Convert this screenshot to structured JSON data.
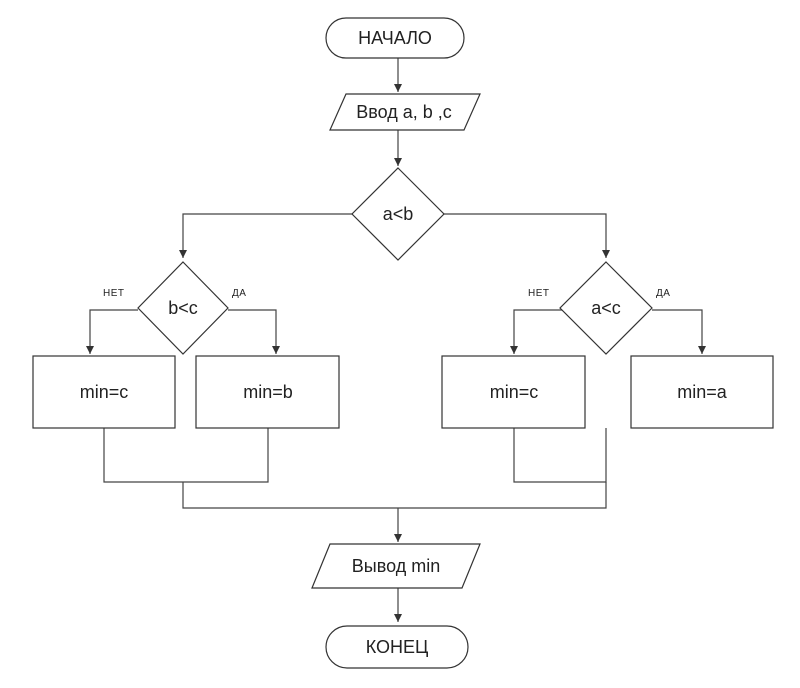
{
  "flowchart": {
    "start": "НАЧАЛО",
    "input": "Ввод a, b ,c",
    "decision_main": "a<b",
    "decision_left": "b<c",
    "decision_right": "a<c",
    "left_no_label": "НЕТ",
    "left_yes_label": "ДА",
    "right_no_label": "НЕТ",
    "right_yes_label": "ДА",
    "box_left_no": "min=c",
    "box_left_yes": "min=b",
    "box_right_no": "min=c",
    "box_right_yes": "min=a",
    "output": "Вывод min",
    "end": "КОНЕЦ"
  },
  "colors": {
    "stroke": "#333333",
    "background": "#ffffff"
  }
}
